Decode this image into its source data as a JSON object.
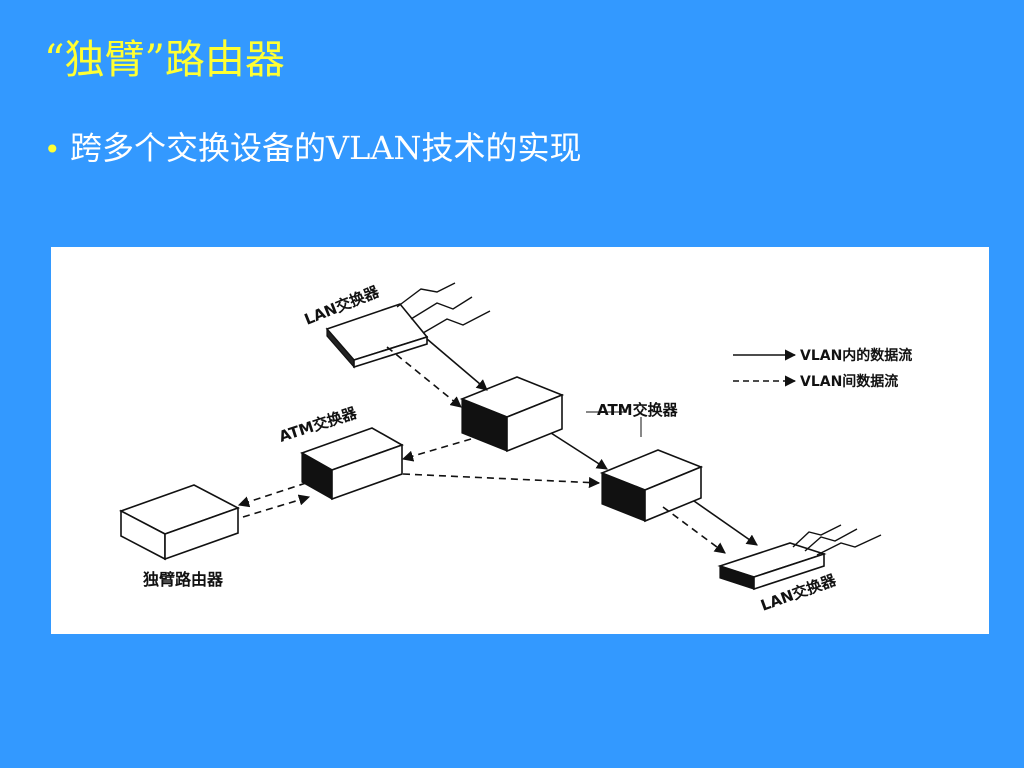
{
  "slide": {
    "title": "“独臂”路由器",
    "bullet": "跨多个交换设备的VLAN技术的实现"
  },
  "figure": {
    "labels": {
      "lan_switch_top": "LAN交换器",
      "atm_switch_left": "ATM交换器",
      "atm_switch_right": "ATM交换器",
      "one_arm_router": "独臂路由器",
      "lan_switch_bottom": "LAN交换器"
    },
    "legend": {
      "solid": "VLAN内的数据流",
      "dashed": "VLAN间数据流"
    }
  },
  "colors": {
    "background": "#3399ff",
    "title": "#ffff33",
    "text": "#ffffff",
    "figure_bg": "#ffffff"
  }
}
